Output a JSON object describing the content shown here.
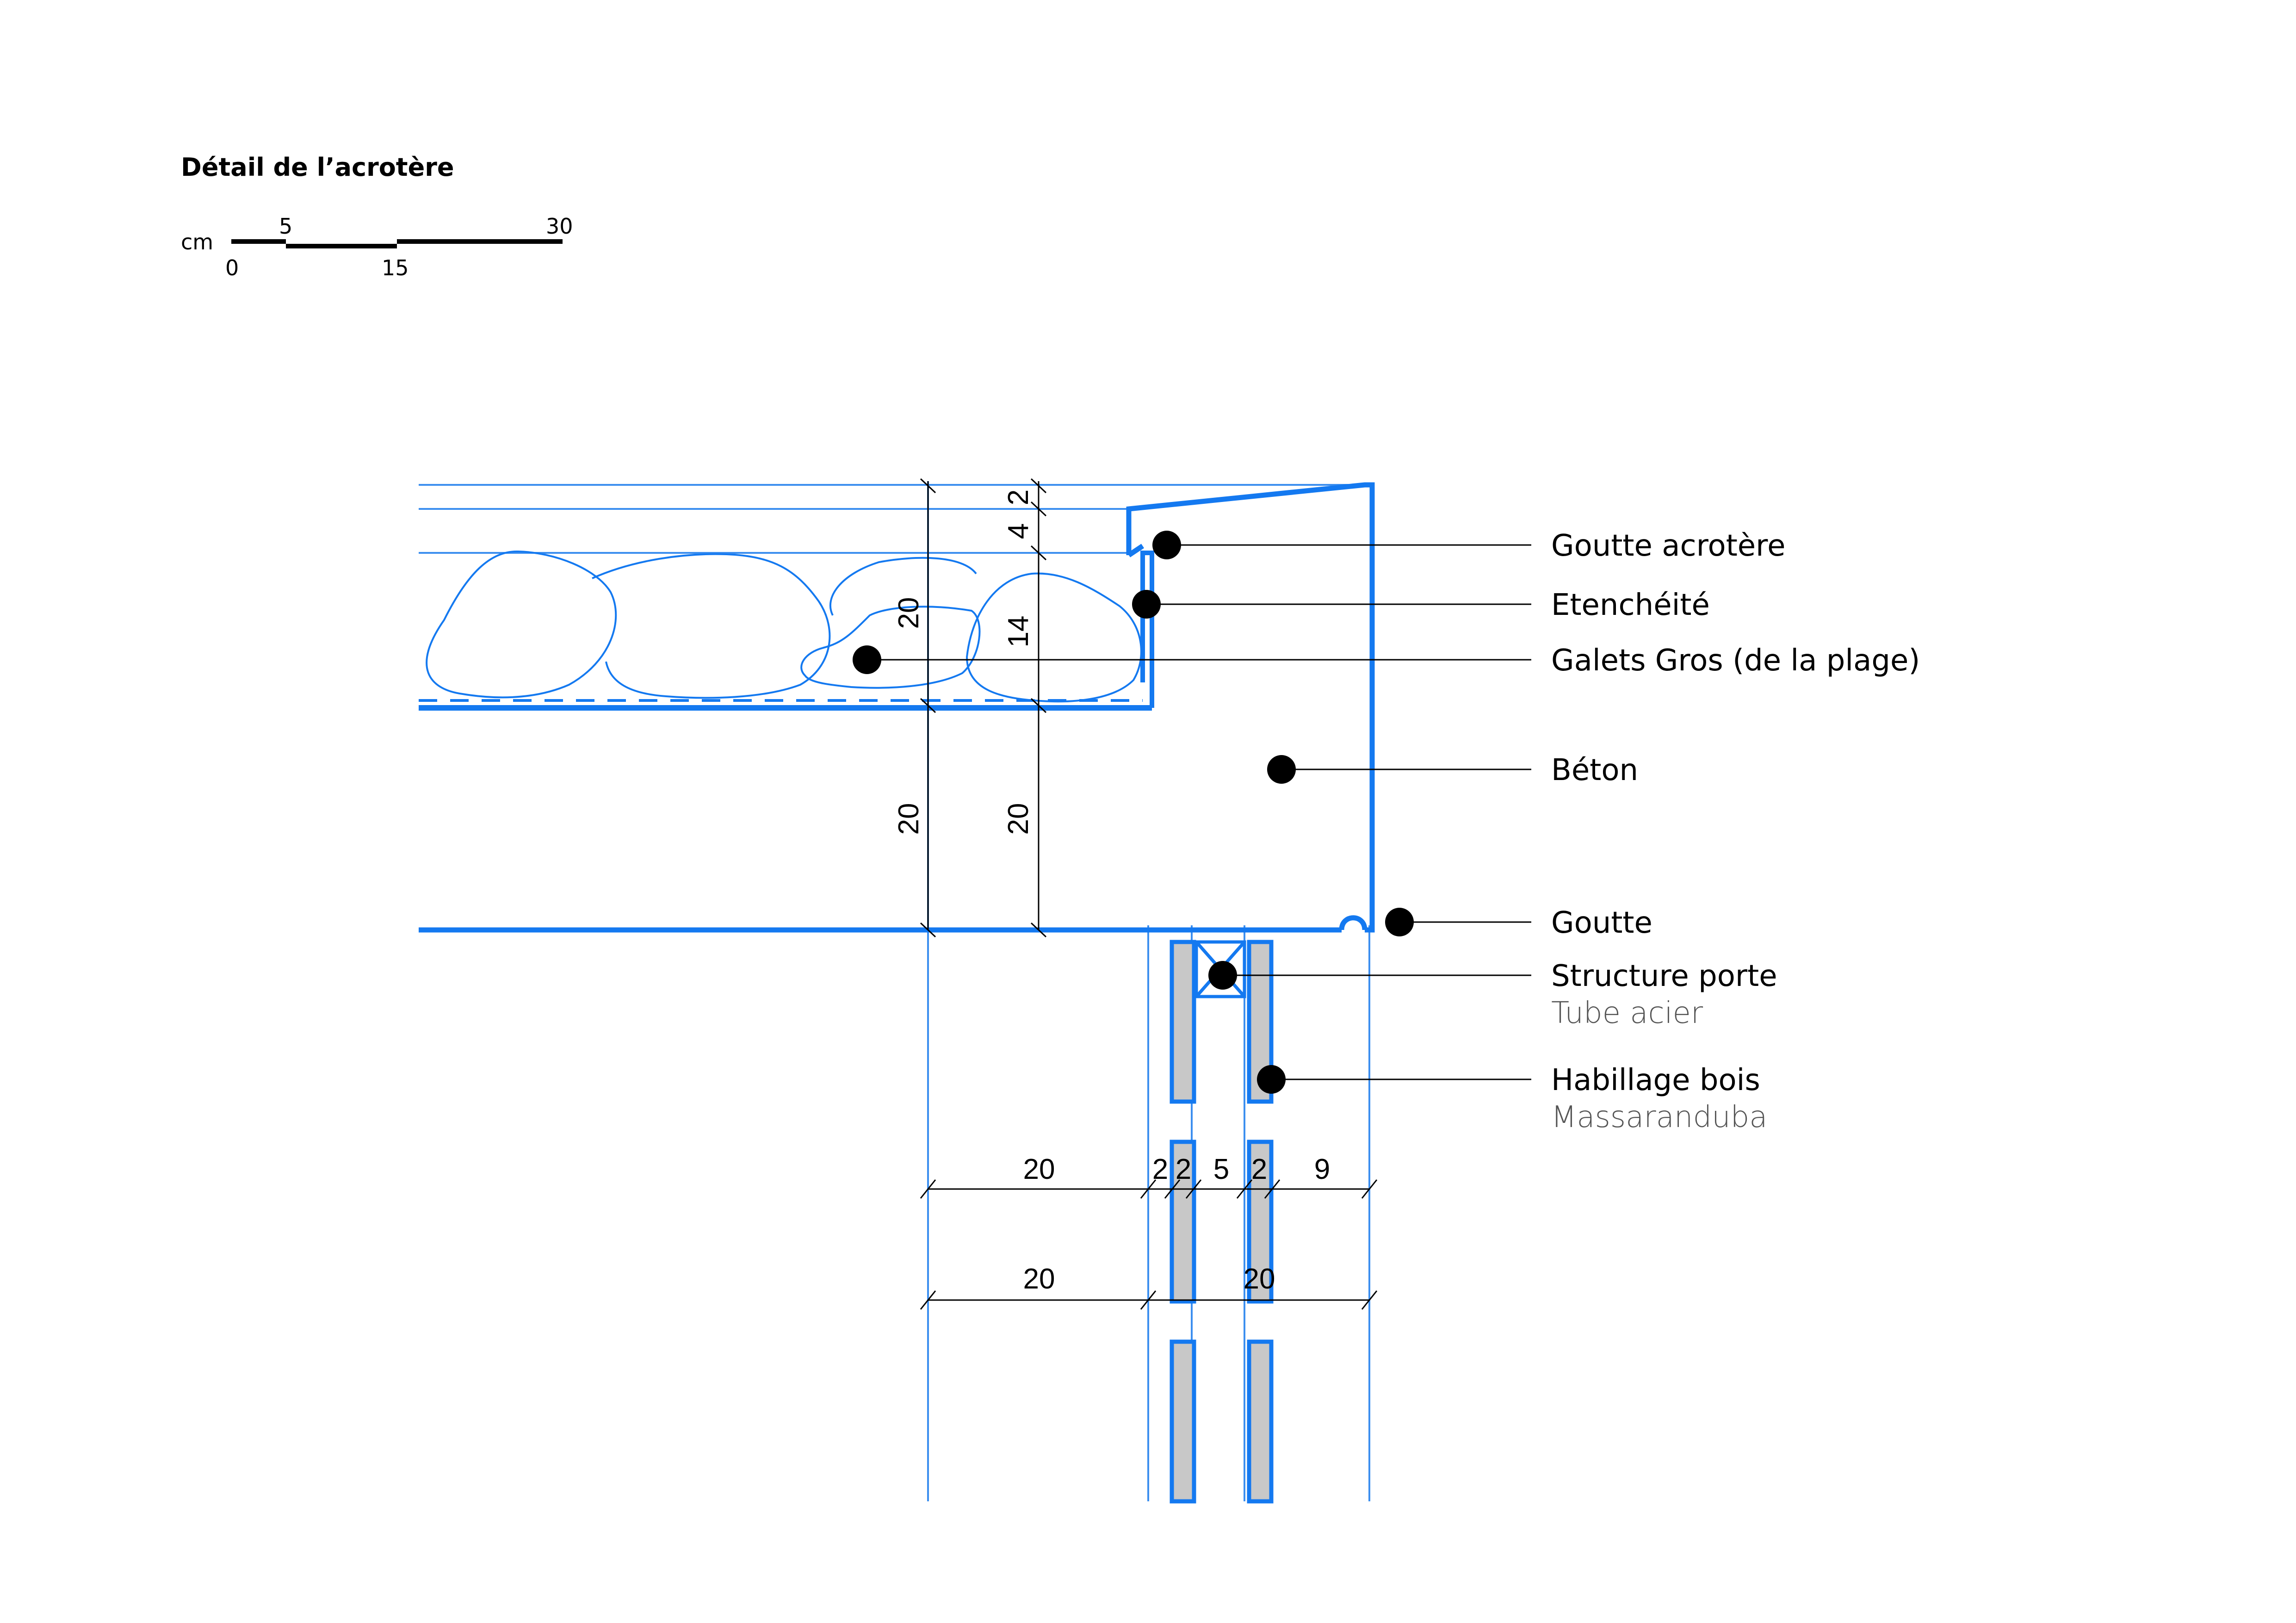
{
  "title": "Détail de l’acrotère",
  "scale_bar": {
    "unit": "cm",
    "ticks_top": [
      "5",
      "30"
    ],
    "ticks_bottom": [
      "0",
      "15"
    ]
  },
  "callouts": [
    {
      "label": "Goutte acrotère",
      "sub": ""
    },
    {
      "label": "Etenchéité",
      "sub": ""
    },
    {
      "label": "Galets Gros (de la plage)",
      "sub": ""
    },
    {
      "label": "Béton",
      "sub": ""
    },
    {
      "label": "Goutte",
      "sub": ""
    },
    {
      "label": "Structure porte",
      "sub": "Tube acier"
    },
    {
      "label": "Habillage bois",
      "sub": "Massaranduba"
    }
  ],
  "dimensions": {
    "vertical_left": [
      "20",
      "20"
    ],
    "vertical_right": [
      "2",
      "4",
      "14",
      "20"
    ],
    "horizontal_top": [
      "20",
      "2",
      "2",
      "5",
      "2",
      "9"
    ],
    "horizontal_bottom": [
      "20",
      "20"
    ]
  },
  "colors": {
    "line": "#1479f0",
    "thin_line": "#3d8fef",
    "wood_fill": "#c8c8c8",
    "marker": "#000000",
    "text": "#000000"
  }
}
